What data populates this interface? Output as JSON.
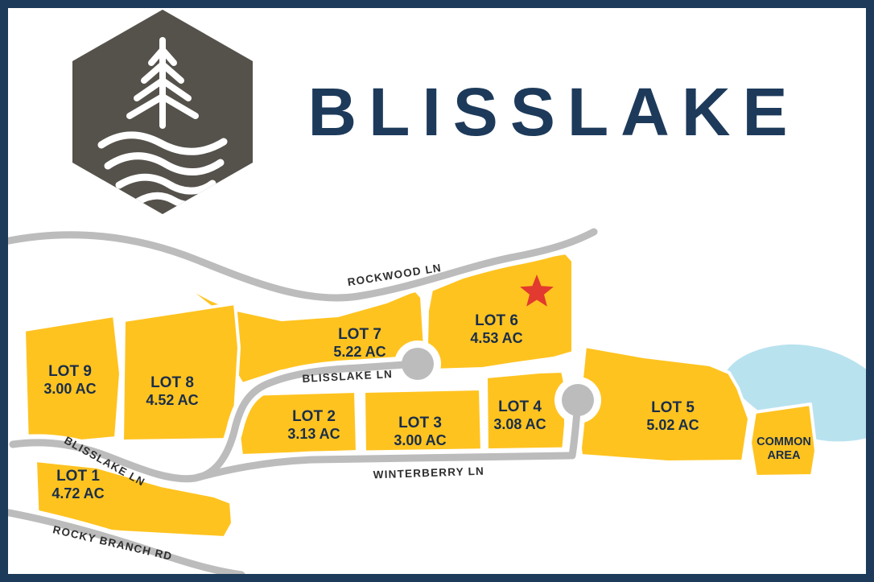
{
  "title": "BLISSLAKE",
  "colors": {
    "navy": "#1d3a5a",
    "lot_yellow": "#ffc320",
    "road_gray": "#bcbcbc",
    "water_blue": "#b9e2ef",
    "star_red": "#e23a2e",
    "logo_gray": "#55514b",
    "label_dark": "#1a2e49",
    "white": "#ffffff"
  },
  "logo": {
    "icon": "pine-tree-and-waves-hexagon"
  },
  "map": {
    "lots": [
      {
        "name": "LOT 1",
        "acreage": "4.72 AC"
      },
      {
        "name": "LOT 2",
        "acreage": "3.13 AC"
      },
      {
        "name": "LOT 3",
        "acreage": "3.00 AC"
      },
      {
        "name": "LOT 4",
        "acreage": "3.08 AC"
      },
      {
        "name": "LOT 5",
        "acreage": "5.02 AC"
      },
      {
        "name": "LOT 6",
        "acreage": "4.53 AC"
      },
      {
        "name": "LOT 7",
        "acreage": "5.22 AC"
      },
      {
        "name": "LOT 8",
        "acreage": "4.52 AC"
      },
      {
        "name": "LOT 9",
        "acreage": "3.00 AC"
      }
    ],
    "common_area": {
      "line1": "COMMON",
      "line2": "AREA"
    },
    "roads": [
      {
        "label": "ROCKWOOD LN"
      },
      {
        "label": "BLISSLAKE LN"
      },
      {
        "label": "BLISSLAKE LN"
      },
      {
        "label": "WINTERBERRY LN"
      },
      {
        "label": "ROCKY BRANCH RD"
      }
    ],
    "marker": {
      "symbol": "star",
      "on_lot": "LOT 6"
    }
  }
}
